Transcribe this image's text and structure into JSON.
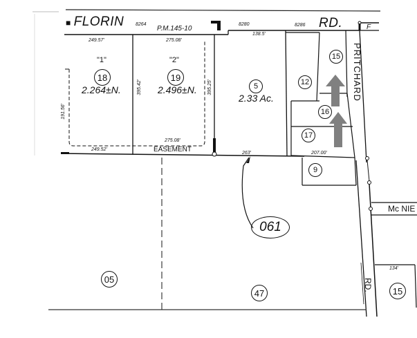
{
  "map": {
    "book_page": "061",
    "streets": {
      "top": "FLORIN",
      "top_suffix": "RD.",
      "right": "PRITCHARD",
      "right_suffix": "RD.",
      "lower_right": "Mc NIE",
      "corner_letter": "F"
    },
    "references": {
      "parcel_map": "P.M.145-10",
      "easement": "EASEMENT"
    },
    "address_numbers": [
      "8264",
      "8280",
      "8286"
    ],
    "parcels": [
      {
        "id": "18",
        "lot": "\"1\"",
        "area": "2.264±N."
      },
      {
        "id": "19",
        "lot": "\"2\"",
        "area": "2.496±N."
      },
      {
        "id": "5",
        "area": "2.33 Ac."
      },
      {
        "id": "12"
      },
      {
        "id": "15"
      },
      {
        "id": "16"
      },
      {
        "id": "17"
      },
      {
        "id": "9"
      },
      {
        "id": "05"
      },
      {
        "id": "47"
      },
      {
        "id": "15",
        "note": "lower right"
      }
    ],
    "dimensions": {
      "lot1_top": "249.57'",
      "lot2_top": "275.08'",
      "lot2_bottom": "275.08'",
      "lot1_bottom": "249.52'",
      "lot1_side": "395.42'",
      "lot2_side": "395.25'",
      "left_side": "191.56'",
      "p5_top": "138.5'",
      "p5_bottom": "263'",
      "p17_bottom": "207.00'",
      "lower_right_top": "134'"
    },
    "highlight_arrows": {
      "color": "#808080",
      "count": 2
    }
  }
}
